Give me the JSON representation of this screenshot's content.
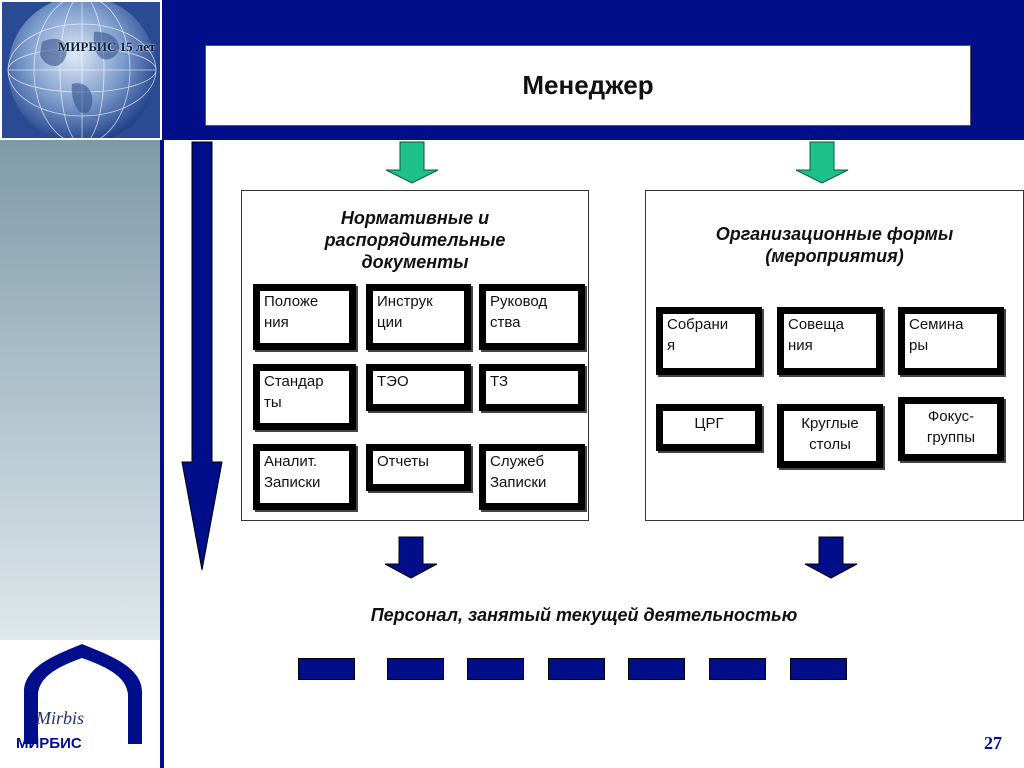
{
  "header": {
    "globe_logo_text": "МИРБИС 15 лет",
    "manager_title": "Менеджер"
  },
  "panels": {
    "documents": {
      "title_line1": "Нормативные и",
      "title_line2": "распорядительные",
      "title_line3": "документы",
      "items": [
        {
          "line1": "Положе",
          "line2": "ния"
        },
        {
          "line1": "Инструк",
          "line2": "ции"
        },
        {
          "line1": "Руковод",
          "line2": "ства"
        },
        {
          "line1": "Стандар",
          "line2": "ты"
        },
        {
          "line1": "ТЭО",
          "line2": ""
        },
        {
          "line1": "ТЗ",
          "line2": ""
        },
        {
          "line1": "Аналит.",
          "line2": "Записки"
        },
        {
          "line1": "Отчеты",
          "line2": ""
        },
        {
          "line1": "Служеб",
          "line2": "Записки"
        }
      ]
    },
    "org_forms": {
      "title_line1": "Организационные формы",
      "title_line2": "(мероприятия)",
      "items": [
        {
          "line1": "Собрани",
          "line2": "я"
        },
        {
          "line1": "Совеща",
          "line2": "ния"
        },
        {
          "line1": "Семина",
          "line2": "ры"
        },
        {
          "line1": "ЦРГ",
          "line2": ""
        },
        {
          "line1": "Круглые",
          "line2": "столы"
        },
        {
          "line1": "Фокус-",
          "line2": "группы"
        }
      ]
    }
  },
  "staff": {
    "title": "Персонал, занятый текущей деятельностью",
    "block_count": 7
  },
  "footer": {
    "logo_word": "МИРБИС",
    "logo_script": "Mirbis",
    "page_number": "27"
  },
  "colors": {
    "brand_navy": "#000e8a",
    "arrow_green": "#1ec08a",
    "frame_gradient_top": "#7e9aa8"
  }
}
